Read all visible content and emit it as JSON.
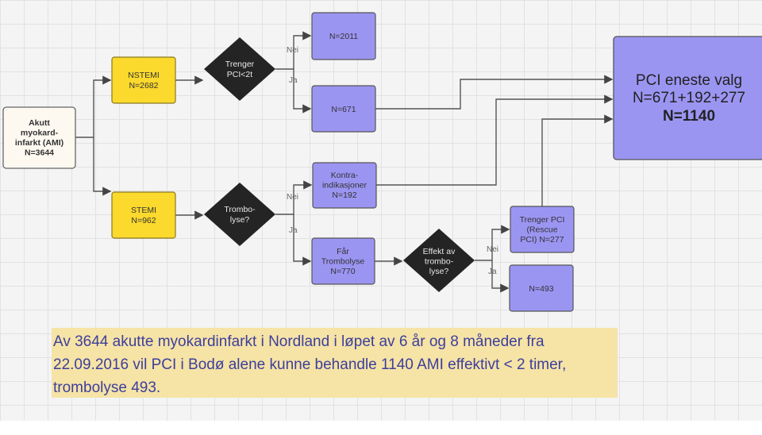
{
  "nodes": {
    "ami": [
      "Akutt",
      "myokard-",
      "infarkt (AMI)",
      "N=3644"
    ],
    "nstemi": [
      "NSTEMI",
      "N=2682"
    ],
    "stemi": [
      "STEMI",
      "N=962"
    ],
    "decision_pci": [
      "Trenger",
      "PCI<2t"
    ],
    "decision_trombolyse": [
      "Trombo-",
      "lyse?"
    ],
    "n2011": [
      "N=2011"
    ],
    "n671": [
      "N=671"
    ],
    "kontra": [
      "Kontra-",
      "indikasjoner",
      "N=192"
    ],
    "far_trombolyse": [
      "Får",
      "Trombolyse",
      "N=770"
    ],
    "decision_effekt": [
      "Effekt av",
      "trombo-",
      "lyse?"
    ],
    "rescue": [
      "Trenger PCI",
      "(Rescue",
      "PCI) N=277"
    ],
    "n493": [
      "N=493"
    ],
    "pci_only": [
      "PCI eneste valg",
      "N=671+192+277",
      "N=1140"
    ]
  },
  "edge_labels": {
    "no": "Nei",
    "yes": "Ja"
  },
  "note": "Av 3644 akutte myokardinfarkt i Nordland i løpet av 6 år og 8 måneder fra 22.09.2016 vil PCI i Bodø alene kunne behandle 1140 AMI effektivt < 2 timer, trombolyse 493.",
  "colors": {
    "yellow": "#fbd92d",
    "purple": "#9b95f2",
    "dark": "#242424",
    "cream": "#fdf9f1",
    "note_bg": "#f6e3a6",
    "note_text": "#3c3f9c"
  }
}
